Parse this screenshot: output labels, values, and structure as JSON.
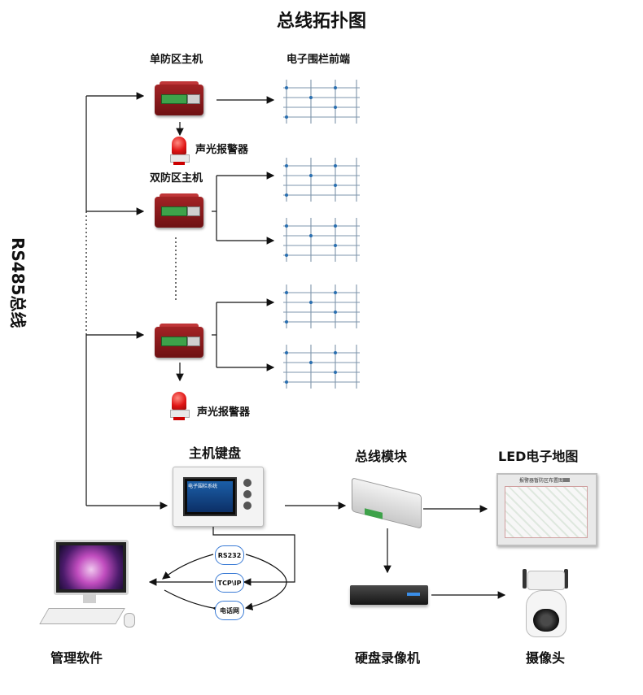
{
  "title": "总线拓扑图",
  "bus_label": "RS485总线",
  "labels": {
    "single_host": "单防区主机",
    "fence_front": "电子围栏前端",
    "alarm_1": "声光报警器",
    "double_host": "双防区主机",
    "alarm_2": "声光报警器",
    "keyboard": "主机键盘",
    "bus_module": "总线模块",
    "led_map": "LED电子地图",
    "software": "管理软件",
    "nvr": "硬盘录像机",
    "camera": "摄像头"
  },
  "links": {
    "rs232": "RS232",
    "tcpip": "TCP\\IP",
    "phone": "电话网"
  },
  "keypad_screen_text": "电子围栏系统",
  "led_map_caption": "报警器暂防区布置图",
  "colors": {
    "host_red": "#8b1a1c",
    "alarm_red": "#e01515",
    "fence_post": "#b8c4d0",
    "fence_node": "#2a6fb0",
    "cloud_border": "#3a7bd5"
  }
}
